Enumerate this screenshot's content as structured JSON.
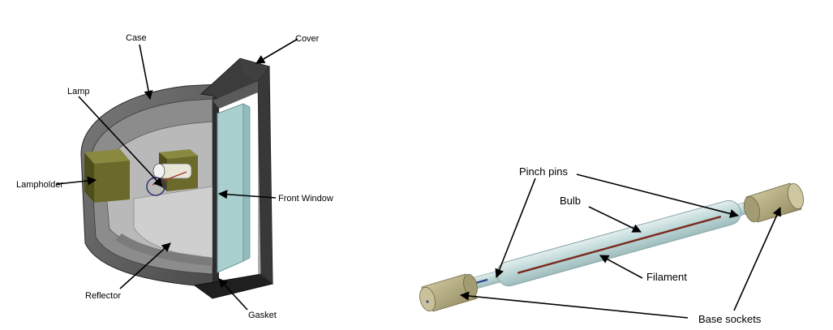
{
  "left_figure": {
    "labels": {
      "case": "Case",
      "cover": "Cover",
      "lamp": "Lamp",
      "lampholder": "Lampholder",
      "front_window": "Front Window",
      "reflector": "Reflector",
      "gasket": "Gasket"
    }
  },
  "right_figure": {
    "labels": {
      "pinch_pins": "Pinch pins",
      "bulb": "Bulb",
      "filament": "Filament",
      "base_sockets": "Base sockets"
    }
  },
  "colors": {
    "housing_dark": "#3c3c3c",
    "housing_mid": "#6e6e6e",
    "housing_light": "#9a9a9a",
    "interior": "#b9b9b9",
    "lampholder": "#6b6a2a",
    "glass": "#a9cfcf",
    "socket": "#a29a72",
    "filament": "#7a2b1e",
    "tube": "#c6dcdc"
  }
}
